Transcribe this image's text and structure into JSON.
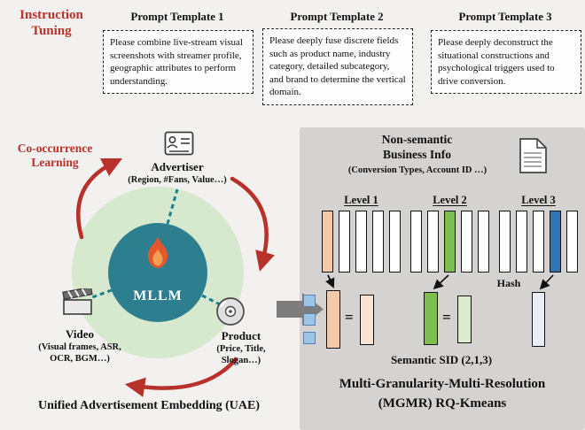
{
  "prompts": {
    "section_label": "Instruction\nTuning",
    "templates": [
      {
        "title": "Prompt Template 1",
        "text": "Please combine live-stream visual screenshots with streamer profile, geographic attributes to perform understanding."
      },
      {
        "title": "Prompt Template 2",
        "text": "Please deeply fuse discrete fields such as product name, industry category, detailed subcategory, and brand to determine the vertical domain."
      },
      {
        "title": "Prompt Template 3",
        "text": "Please deeply deconstruct the situational constructions and psychological triggers used to drive conversion."
      }
    ]
  },
  "uae": {
    "section_label": "Co-occurrence\nLearning",
    "center_label": "MLLM",
    "advertiser": {
      "label": "Advertiser",
      "attrs": "(Region, #Fans, Value…)"
    },
    "video": {
      "label": "Video",
      "attrs": "(Visual frames, ASR,\nOCR, BGM…)"
    },
    "product": {
      "label": "Product",
      "attrs": "(Price, Title,\nSlogan…)"
    },
    "caption": "Unified Advertisement Embedding (UAE)"
  },
  "mgmr": {
    "heading": "Non-semantic\nBusiness Info",
    "subheading": "(Conversion Types, Account ID …)",
    "levels": [
      {
        "label": "Level 1",
        "bar_count": 5,
        "highlight_index": 0,
        "highlight_color": "#f6c9a8"
      },
      {
        "label": "Level 2",
        "bar_count": 5,
        "highlight_index": 2,
        "highlight_color": "#7dbf4e"
      },
      {
        "label": "Level 3",
        "bar_count": 5,
        "highlight_index": 3,
        "highlight_color": "#2e75b6"
      }
    ],
    "hash_label": "Hash",
    "equals": "=",
    "sid_label": "Semantic SID (2,1,3)",
    "caption": "Multi-Granularity-Multi-Resolution\n(MGMR) RQ-Kmeans"
  },
  "icons": {
    "advertiser": "profile-card-icon",
    "video": "clapperboard-icon",
    "product": "disc-icon",
    "mllm": "flame-icon",
    "business_info": "document-icon"
  },
  "colors": {
    "accent_red": "#b8312a",
    "teal_circle": "#2d7f8f",
    "outer_ring_green": "#d6e8cd",
    "panel_gray": "#d4d3d2",
    "peach": "#f6c9a8",
    "peach_light": "#fbe3d3",
    "green": "#7dbf4e",
    "green_light": "#dcecd0",
    "blue": "#2e75b6",
    "blue_light": "#9dc3e6",
    "arrow_gray": "#7d7d7d"
  }
}
